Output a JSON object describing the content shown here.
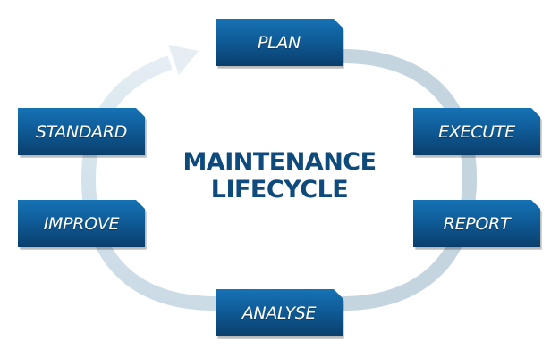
{
  "diagram": {
    "title_line1": "MAINTENANCE",
    "title_line2": "LIFECYCLE",
    "stages": [
      {
        "id": "plan",
        "label": "PLAN"
      },
      {
        "id": "execute",
        "label": "EXECUTE"
      },
      {
        "id": "report",
        "label": "REPORT"
      },
      {
        "id": "analyse",
        "label": "ANALYSE"
      },
      {
        "id": "improve",
        "label": "IMPROVE"
      },
      {
        "id": "standard",
        "label": "STANDARD"
      }
    ],
    "flow": "clockwise cycle from PLAN through EXECUTE, REPORT, ANALYSE, IMPROVE, STANDARD back to PLAN",
    "colors": {
      "box_top": "#1672b4",
      "box_bottom": "#0a3f6c",
      "title": "#0e4a7c",
      "ring": "#c5d5e0",
      "ring_light": "#e4edf3"
    }
  }
}
